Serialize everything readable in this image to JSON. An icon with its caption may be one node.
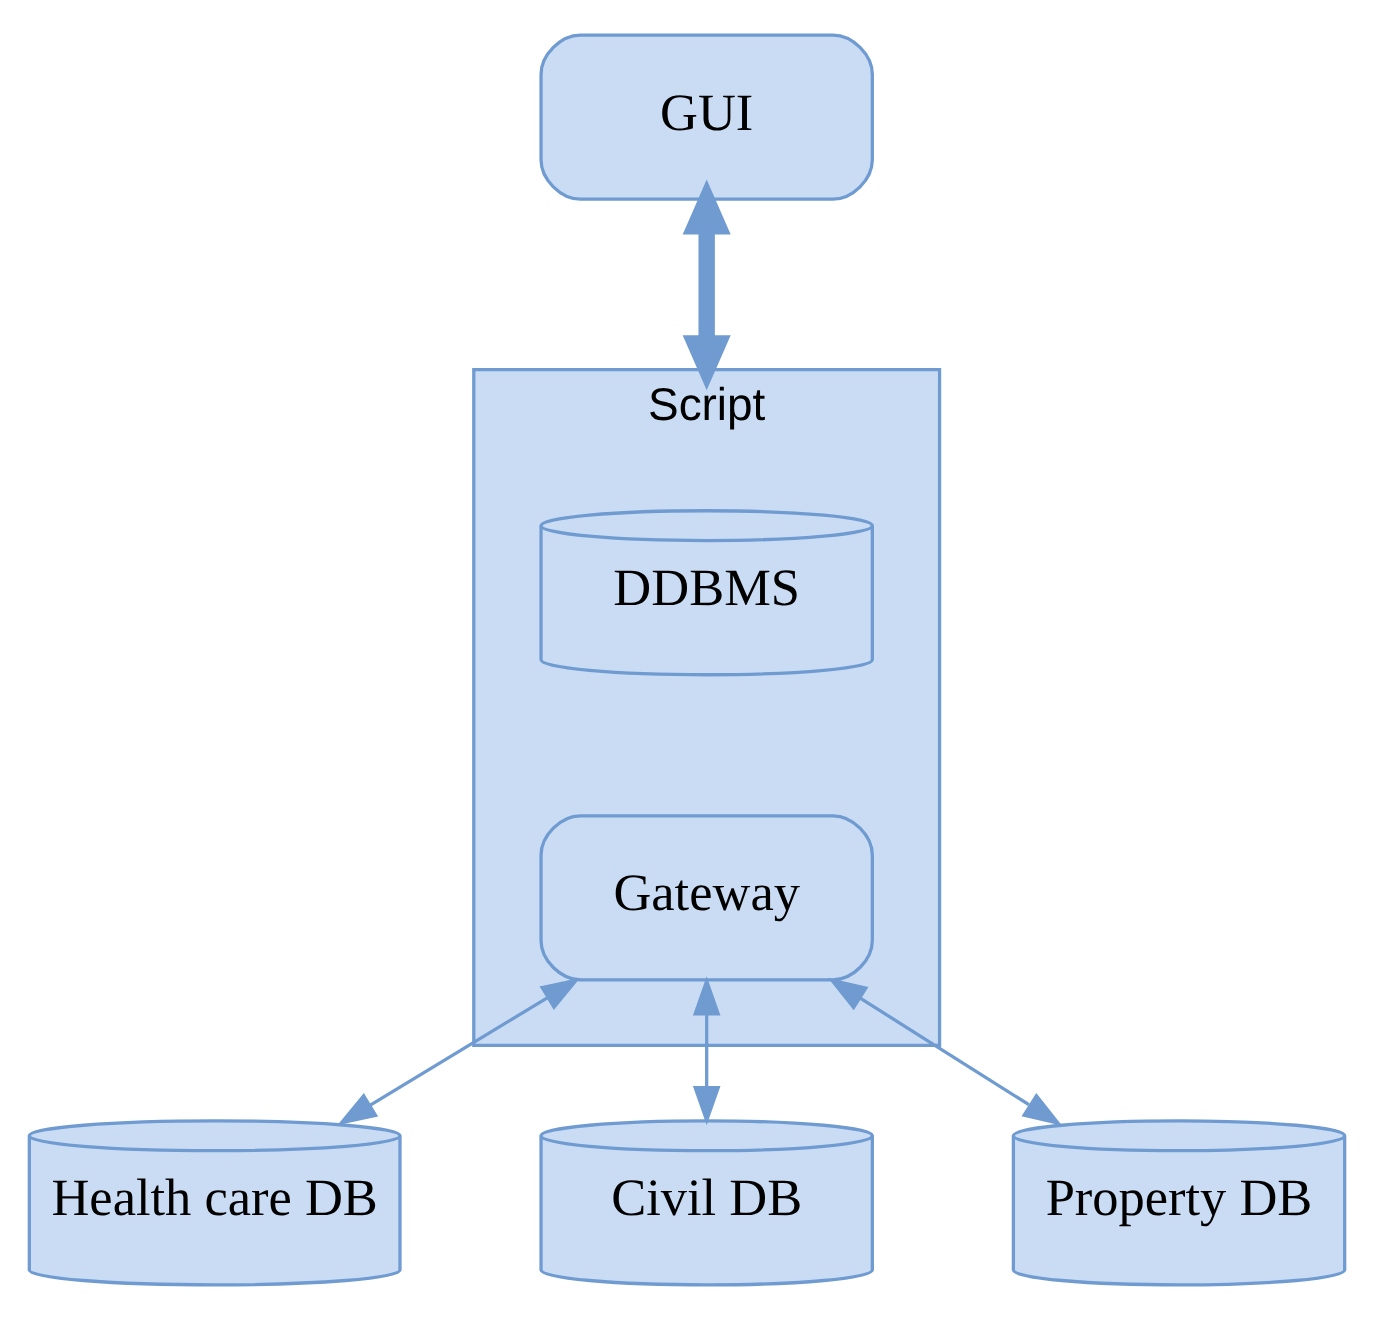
{
  "diagram": {
    "nodes": [
      {
        "text": [
          "GUI"
        ]
      },
      {
        "text": [
          "Script"
        ]
      },
      {
        "text": [
          "DDBMS"
        ],
        "in": 1
      },
      {
        "text": [
          "Gateway"
        ],
        "in": 1
      },
      {
        "text": [
          "Health care DB"
        ]
      },
      {
        "text": [
          "Civil DB"
        ]
      },
      {
        "text": [
          "Property DB"
        ]
      }
    ],
    "edges": [
      {
        "from": 0,
        "to": 1,
        "arrow": "both",
        "style": "thick"
      },
      {
        "from": 3,
        "to": 4,
        "arrow": "both"
      },
      {
        "from": 3,
        "to": 5,
        "arrow": "both"
      },
      {
        "from": 3,
        "to": 6,
        "arrow": "both"
      }
    ]
  }
}
